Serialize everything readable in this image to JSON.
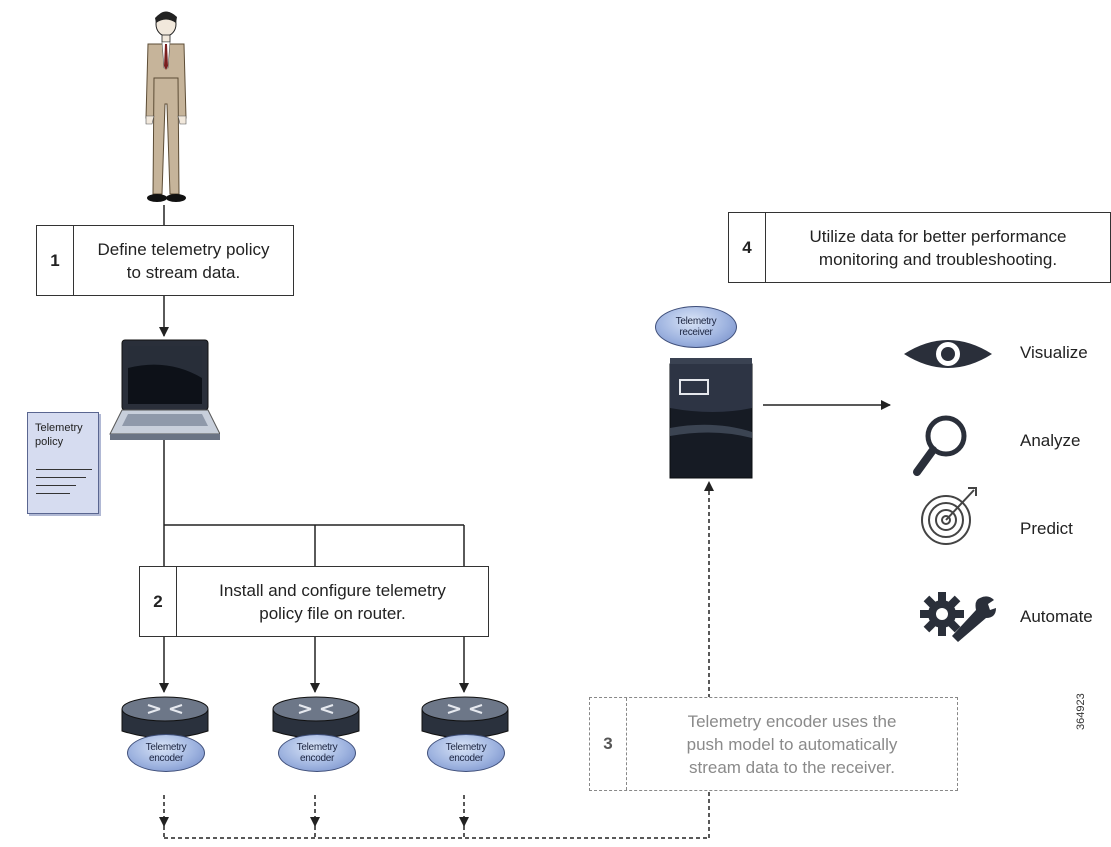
{
  "steps": [
    {
      "number": "1",
      "text": "Define telemetry policy\nto stream data."
    },
    {
      "number": "2",
      "text": "Install and configure telemetry\npolicy file  on router."
    },
    {
      "number": "3",
      "text": "Telemetry encoder uses the\npush model to automatically\nstream data to the receiver."
    },
    {
      "number": "4",
      "text": "Utilize data for better performance\nmonitoring and troubleshooting."
    }
  ],
  "policy_document": {
    "title": "Telemetry\npolicy"
  },
  "receiver": {
    "label": "Telemetry\nreceiver"
  },
  "routers": [
    {
      "label": "Telemetry\nencoder"
    },
    {
      "label": "Telemetry\nencoder"
    },
    {
      "label": "Telemetry\nencoder"
    }
  ],
  "actions": [
    {
      "label": "Visualize",
      "icon": "eye-icon"
    },
    {
      "label": "Analyze",
      "icon": "magnifier-icon"
    },
    {
      "label": "Predict",
      "icon": "target-icon"
    },
    {
      "label": "Automate",
      "icon": "gear-wrench-icon"
    }
  ],
  "figure_id": "364923",
  "colors": {
    "badge": "#9fb4e0",
    "document": "#d6dcf0",
    "suit": "#c6b49a",
    "device_dark": "#1c2330"
  }
}
